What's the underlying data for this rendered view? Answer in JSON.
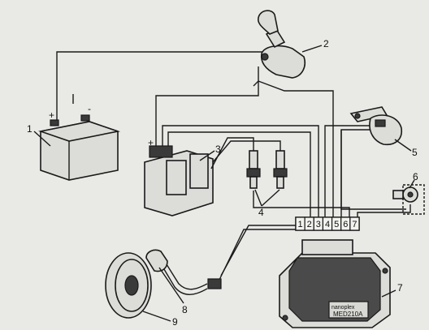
{
  "callouts": [
    {
      "id": "1",
      "text": "1"
    },
    {
      "id": "2",
      "text": "2"
    },
    {
      "id": "3",
      "text": "3"
    },
    {
      "id": "4",
      "text": "4"
    },
    {
      "id": "5",
      "text": "5"
    },
    {
      "id": "6",
      "text": "6"
    },
    {
      "id": "7",
      "text": "7"
    },
    {
      "id": "8",
      "text": "8"
    },
    {
      "id": "9",
      "text": "9"
    }
  ],
  "connector_pins": [
    "1",
    "2",
    "3",
    "4",
    "5",
    "6",
    "7"
  ],
  "module_brand": "nanoplex",
  "module_model": "MED210A",
  "battery_plus": "+",
  "battery_minus": "-",
  "coil_plus": "+",
  "colors": {
    "background": "#e9e9e6",
    "ink": "#1a1a1a"
  }
}
